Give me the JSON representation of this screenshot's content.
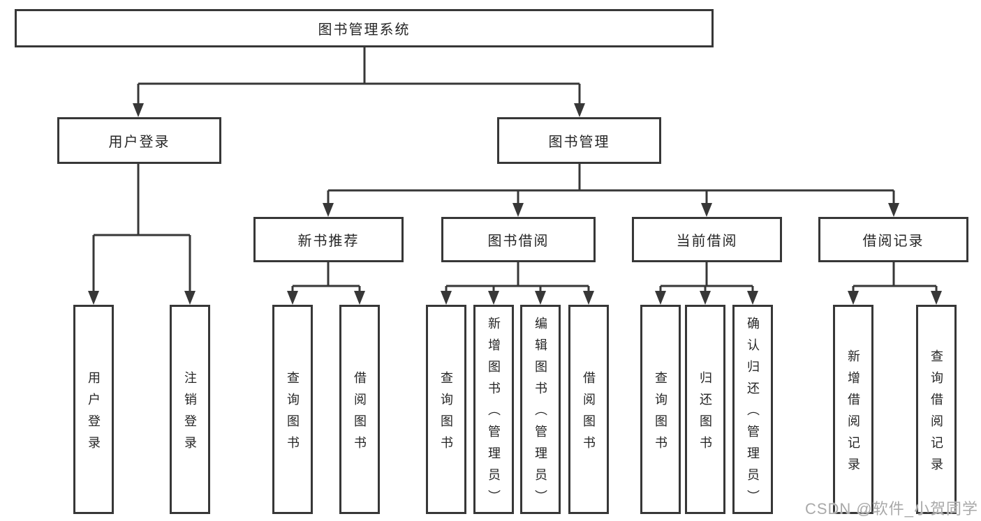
{
  "colors": {
    "line": "#373737",
    "text": "#262626",
    "watermark": "#a9a9a9"
  },
  "nodes": {
    "root": {
      "label": "图书管理系统"
    },
    "user_login_group": {
      "label": "用户登录"
    },
    "book_mgmt": {
      "label": "图书管理"
    },
    "new_book_rec": {
      "label": "新书推荐"
    },
    "book_borrow": {
      "label": "图书借阅"
    },
    "current_borrow": {
      "label": "当前借阅"
    },
    "borrow_records": {
      "label": "借阅记录"
    },
    "user_login": {
      "label": "用户登录"
    },
    "logout": {
      "label": "注销登录"
    },
    "nbr_query": {
      "label": "查询图书"
    },
    "nbr_borrow": {
      "label": "借阅图书"
    },
    "bb_query": {
      "label": "查询图书"
    },
    "bb_add": {
      "label": "新增图书（管理员）"
    },
    "bb_edit": {
      "label": "编辑图书（管理员）"
    },
    "bb_borrow": {
      "label": "借阅图书"
    },
    "cb_query": {
      "label": "查询图书"
    },
    "cb_return": {
      "label": "归还图书"
    },
    "cb_confirm": {
      "label": "确认归还（管理员）"
    },
    "br_add": {
      "label": "新增借阅记录"
    },
    "br_query": {
      "label": "查询借阅记录"
    }
  },
  "watermark": {
    "text": "CSDN @软件_小贺同学"
  }
}
